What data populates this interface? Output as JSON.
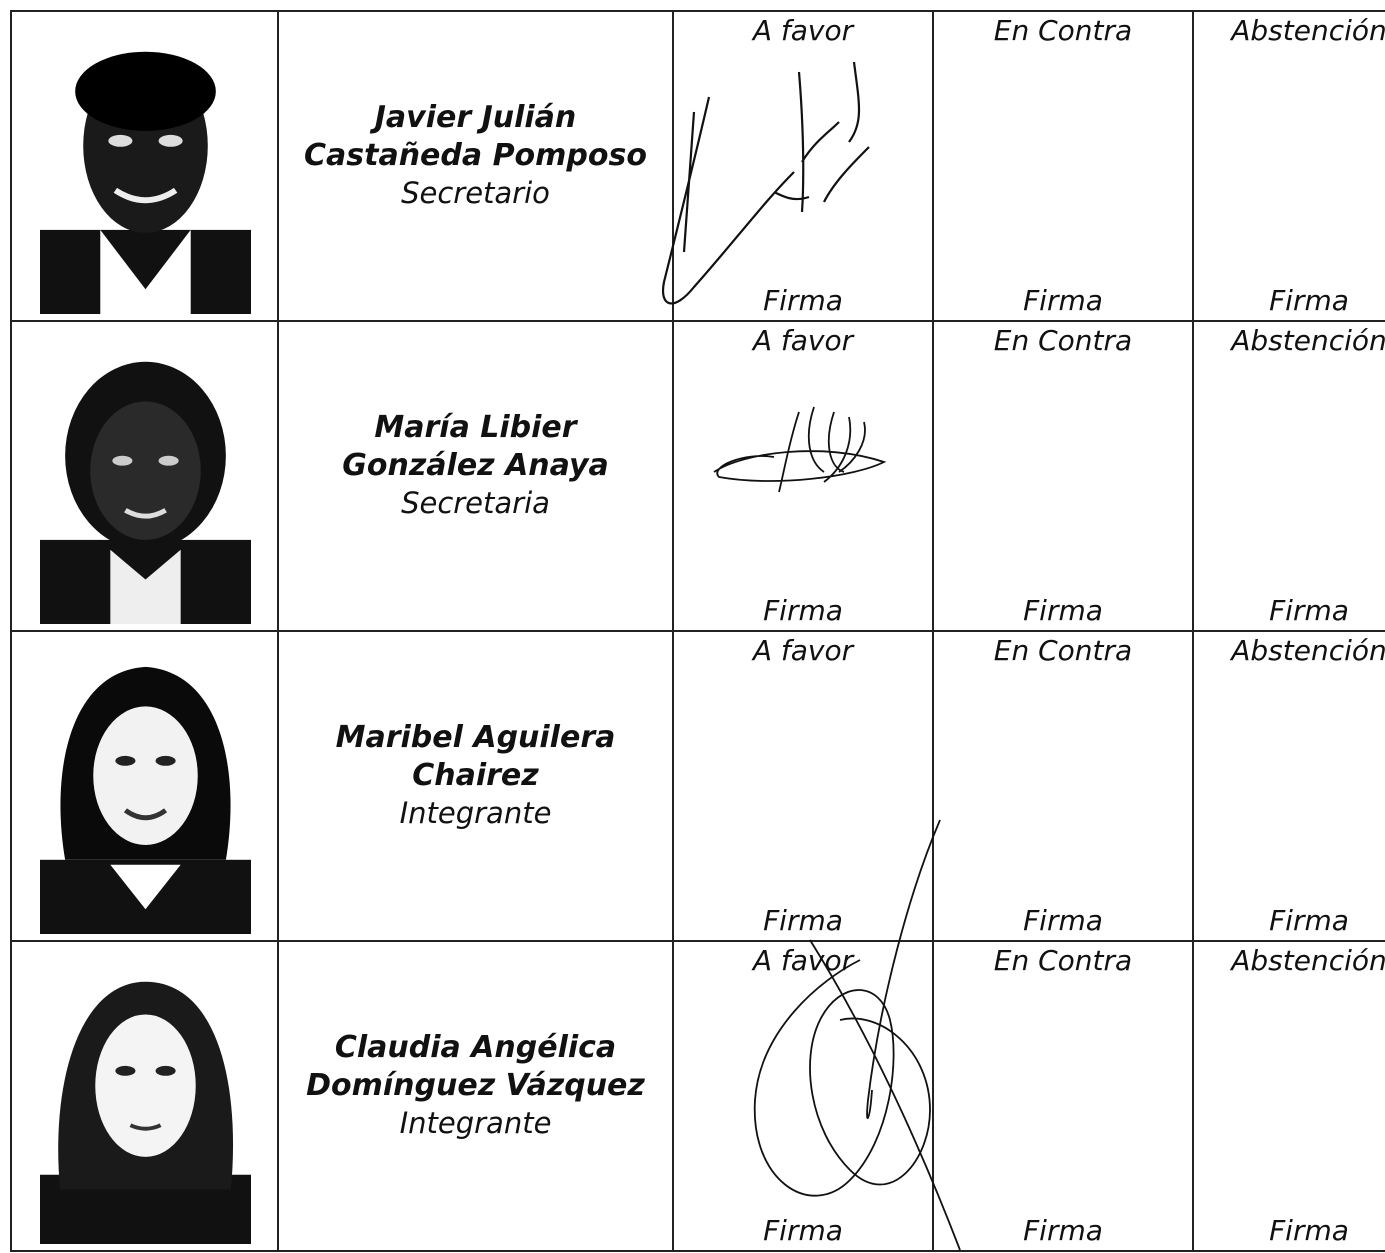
{
  "vote_options": {
    "favor": "A favor",
    "contra": "En Contra",
    "abstencion": "Abstención",
    "firma": "Firma"
  },
  "members": [
    {
      "name_line1": "Javier Julián",
      "name_line2": "Castañeda Pomposo",
      "role": "Secretario",
      "signed": "favor"
    },
    {
      "name_line1": "María Libier",
      "name_line2": "González Anaya",
      "role": "Secretaria",
      "signed": "favor"
    },
    {
      "name_line1": "Maribel Aguilera",
      "name_line2": "Chairez",
      "role": "Integrante",
      "signed": "none"
    },
    {
      "name_line1": "Claudia Angélica",
      "name_line2": "Domínguez Vázquez",
      "role": "Integrante",
      "signed": "favor"
    }
  ],
  "colors": {
    "ink": "#111111",
    "border": "#222222",
    "paper": "#ffffff"
  }
}
